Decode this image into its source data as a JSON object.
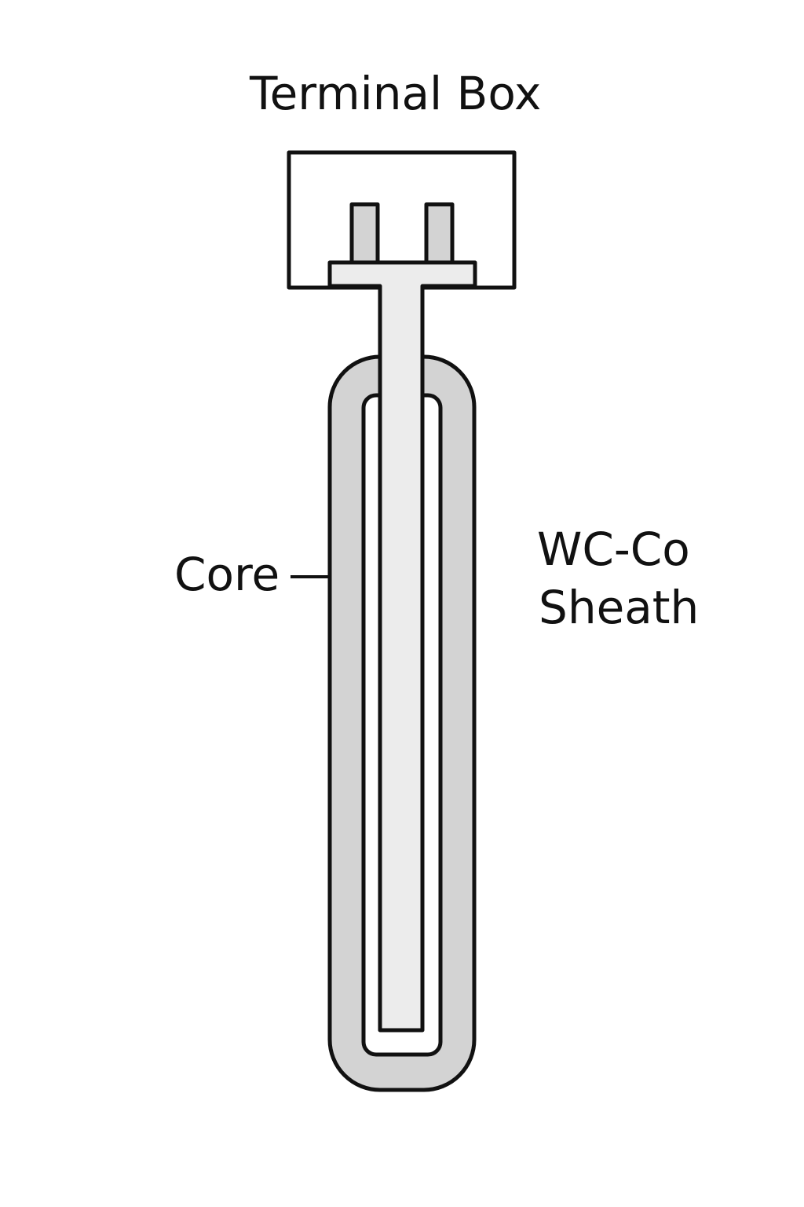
{
  "title": "Terminal Box",
  "labels": {
    "core": "Core",
    "sheath_line1": "WC-Co",
    "sheath_line2": "Sheath"
  },
  "colors": {
    "stroke": "#111111",
    "sheath_fill": "#d3d3d3",
    "core_fill": "#ececec",
    "background": "#ffffff"
  }
}
